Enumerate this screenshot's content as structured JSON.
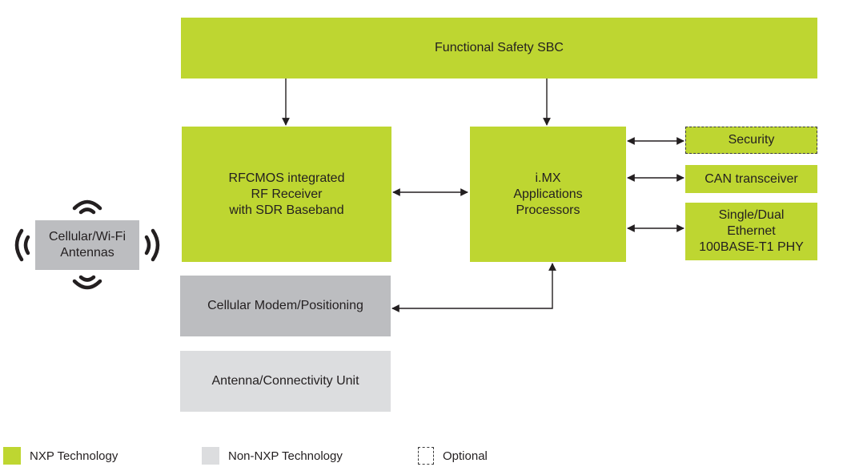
{
  "blocks": {
    "sbc": "Functional Safety SBC",
    "rf_receiver": "RFCMOS integrated\nRF Receiver\nwith SDR Baseband",
    "imx": "i.MX\nApplications\nProcessors",
    "security": "Security",
    "can": "CAN transceiver",
    "ethernet": "Single/Dual\nEthernet\n100BASE-T1 PHY",
    "antennas": "Cellular/Wi-Fi\nAntennas",
    "modem": "Cellular Modem/Positioning",
    "connectivity_unit": "Antenna/Connectivity Unit"
  },
  "legend": {
    "nxp": "NXP Technology",
    "non_nxp": "Non-NXP Technology",
    "optional": "Optional"
  },
  "colors": {
    "nxp_green": "#bed631",
    "non_nxp_dark": "#bcbdc0",
    "non_nxp_light": "#dcdddf",
    "line": "#231f20"
  }
}
